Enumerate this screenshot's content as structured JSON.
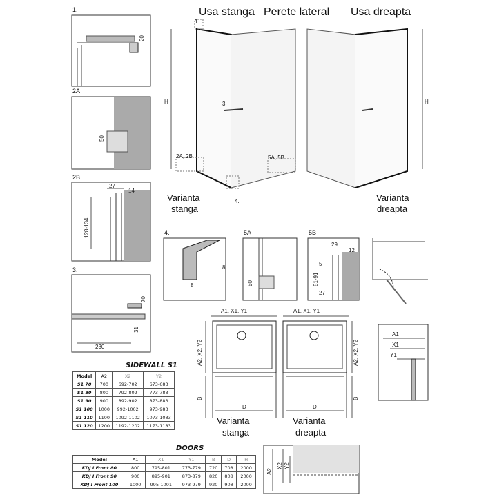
{
  "labels": {
    "usa_stanga": "Usa stanga",
    "perete_lateral": "Perete lateral",
    "usa_dreapta": "Usa dreapta",
    "varianta_stanga": [
      "Varianta",
      "stanga"
    ],
    "varianta_dreapta": [
      "Varianta",
      "dreapta"
    ],
    "callout_1": "1.",
    "callout_3": "3.",
    "callout_4": "4.",
    "callout_2a2b": "2A, 2B",
    "callout_5a5b": "5A, 5B",
    "H": "H",
    "A1X1Y1": "A1, X1, Y1",
    "A2X2Y2": "A2, X2, Y2",
    "B": "B",
    "D": "D",
    "A1": "A1",
    "X1": "X1",
    "Y1": "Y1",
    "A2": "A2",
    "X2": "X2",
    "Y2": "Y2"
  },
  "details": {
    "d1": {
      "title": "1.",
      "dim": "20"
    },
    "d2a": {
      "title": "2A",
      "dim": "50"
    },
    "d2b": {
      "title": "2B",
      "dim1": "27",
      "dim2": "14",
      "dim3": "128-134"
    },
    "d3": {
      "title": "3.",
      "dim1": "70",
      "dim2": "31",
      "dim3": "230"
    },
    "d4": {
      "title": "4.",
      "dim1": "8",
      "dim2": "8"
    },
    "d5a": {
      "title": "5A",
      "dim": "50"
    },
    "d5b": {
      "title": "5B",
      "dim1": "29",
      "dim2": "12",
      "dim3": "5",
      "dim4": "81-91",
      "dim5": "27"
    }
  },
  "sidewall": {
    "title": "SIDEWALL S1",
    "headers": [
      "Model",
      "A2",
      "X2",
      "Y2"
    ],
    "rows": [
      [
        "S1 70",
        "700",
        "692-702",
        "673-683"
      ],
      [
        "S1 80",
        "800",
        "792-802",
        "773-783"
      ],
      [
        "S1 90",
        "900",
        "892-902",
        "873-883"
      ],
      [
        "S1 100",
        "1000",
        "992-1002",
        "973-983"
      ],
      [
        "S1 110",
        "1100",
        "1092-1102",
        "1073-1083"
      ],
      [
        "S1 120",
        "1200",
        "1192-1202",
        "1173-1183"
      ]
    ]
  },
  "doors": {
    "title": "DOORS",
    "headers": [
      "Model",
      "A1",
      "X1",
      "Y1",
      "B",
      "D",
      "H"
    ],
    "rows": [
      [
        "KDJ I Front 80",
        "800",
        "795-801",
        "773-779",
        "720",
        "708",
        "2000"
      ],
      [
        "KDJ I Front 90",
        "900",
        "895-901",
        "873-879",
        "820",
        "808",
        "2000"
      ],
      [
        "KDJ I Front 100",
        "1000",
        "995-1001",
        "973-979",
        "920",
        "908",
        "2000"
      ]
    ]
  }
}
